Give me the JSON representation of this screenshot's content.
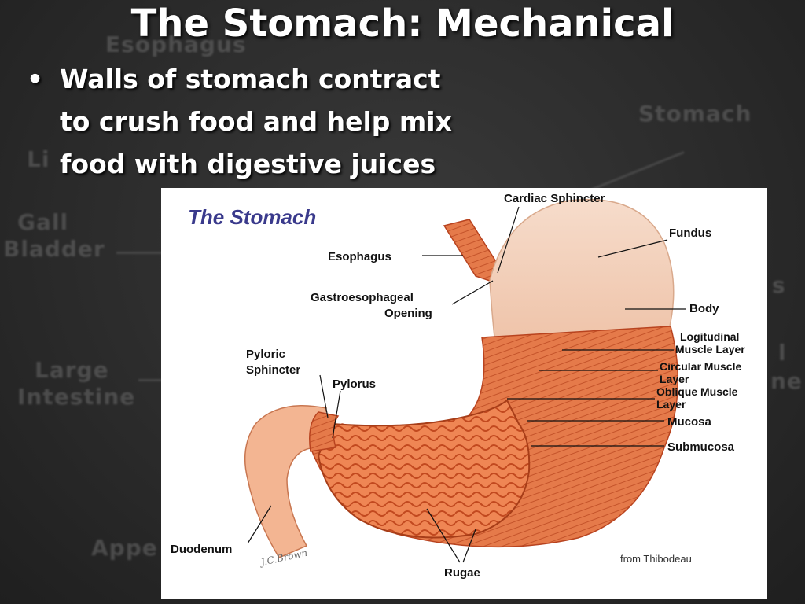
{
  "slide": {
    "title": "The Stomach: Mechanical",
    "bullet_symbol": "•",
    "bullet_lines": [
      "Walls of stomach contract",
      "to crush food and help mix",
      "food with digestive juices"
    ]
  },
  "background_labels": {
    "esophagus": "Esophagus",
    "stomach": "Stomach",
    "liver_fragment": "Li",
    "gall_bladder_1": "Gall",
    "gall_bladder_2": "Bladder",
    "large_intestine_1": "Large",
    "large_intestine_2": "Intestine",
    "appendix_fragment": "Appe",
    "right_fragment_1": "s",
    "right_fragment_2": "l",
    "right_fragment_3": "ne"
  },
  "figure": {
    "title": "The Stomach",
    "credit": "from Thibodeau",
    "signature": "J.C.Brown",
    "labels": {
      "cardiac_sphincter": "Cardiac Sphincter",
      "fundus": "Fundus",
      "esophagus": "Esophagus",
      "gastroesophageal_1": "Gastroesophageal",
      "gastroesophageal_2": "Opening",
      "body": "Body",
      "longitudinal_1": "Logitudinal",
      "longitudinal_2": "Muscle Layer",
      "circular_1": "Circular Muscle",
      "circular_2": "Layer",
      "oblique_1": "Oblique Muscle",
      "oblique_2": "Layer",
      "mucosa": "Mucosa",
      "submucosa": "Submucosa",
      "pyloric_sphincter_1": "Pyloric",
      "pyloric_sphincter_2": "Sphincter",
      "pylorus": "Pylorus",
      "duodenum": "Duodenum",
      "rugae": "Rugae"
    },
    "colors": {
      "title": "#3a3a8c",
      "muscle": "#e06a3c",
      "muscle_dark": "#b8431f",
      "lining": "#f08a5c",
      "fundus_pale": "#f4d3c0"
    }
  }
}
